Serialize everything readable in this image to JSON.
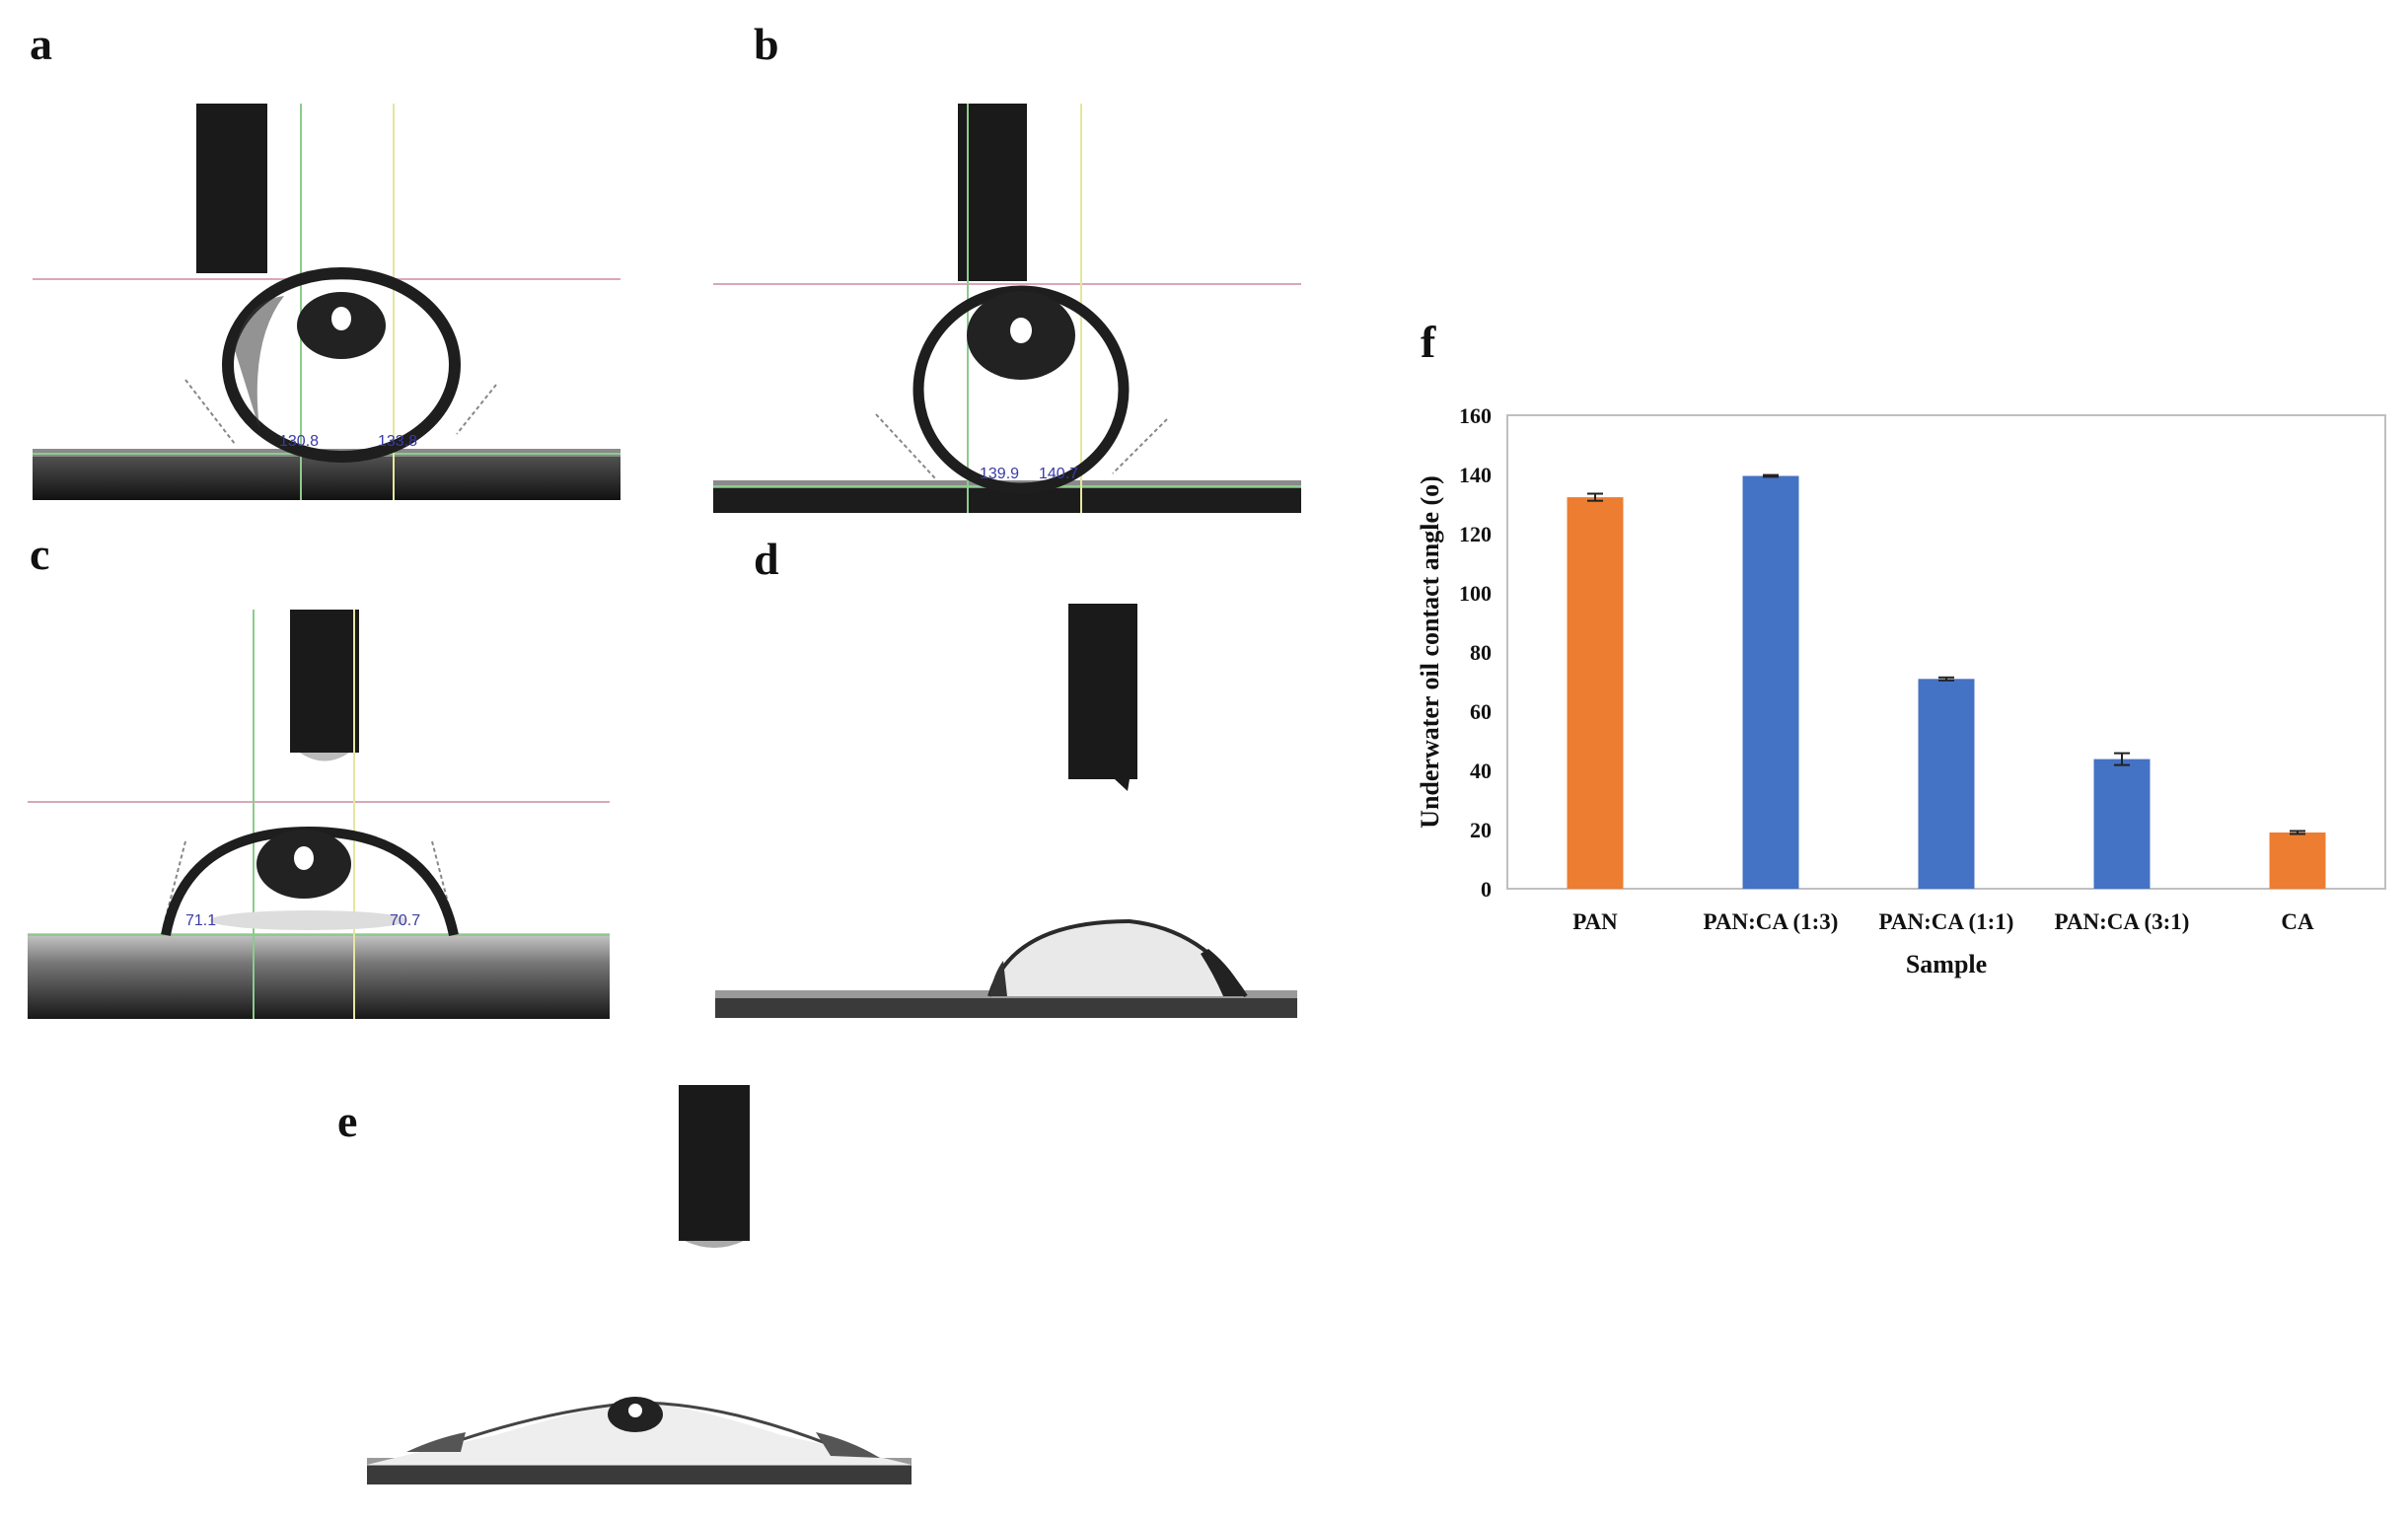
{
  "panels": {
    "a": {
      "letter": "a",
      "left_angle": "130.8",
      "right_angle": "133.8"
    },
    "b": {
      "letter": "b",
      "left_angle": "139.9",
      "right_angle": "140.7"
    },
    "c": {
      "letter": "c",
      "left_angle": "71.1",
      "right_angle": "70.7"
    },
    "d": {
      "letter": "d"
    },
    "e": {
      "letter": "e"
    },
    "f": {
      "letter": "f"
    }
  },
  "colors": {
    "orange": "#ED7D31",
    "blue": "#4472C4"
  },
  "chart_data": {
    "type": "bar",
    "title": "",
    "xlabel": "Sample",
    "ylabel": "Underwater oil contact angle (o)",
    "ylim": [
      0,
      160
    ],
    "yticks": [
      0,
      20,
      40,
      60,
      80,
      100,
      120,
      140,
      160
    ],
    "grid": false,
    "categories": [
      "PAN",
      "PAN:CA (1:3)",
      "PAN:CA (1:1)",
      "PAN:CA (3:1)",
      "CA"
    ],
    "values": [
      132.3,
      139.5,
      70.9,
      43.8,
      19.0
    ],
    "errors": [
      1.2,
      0.3,
      0.5,
      2.0,
      0.5
    ],
    "bar_colors": [
      "#ED7D31",
      "#4472C4",
      "#4472C4",
      "#4472C4",
      "#ED7D31"
    ]
  }
}
